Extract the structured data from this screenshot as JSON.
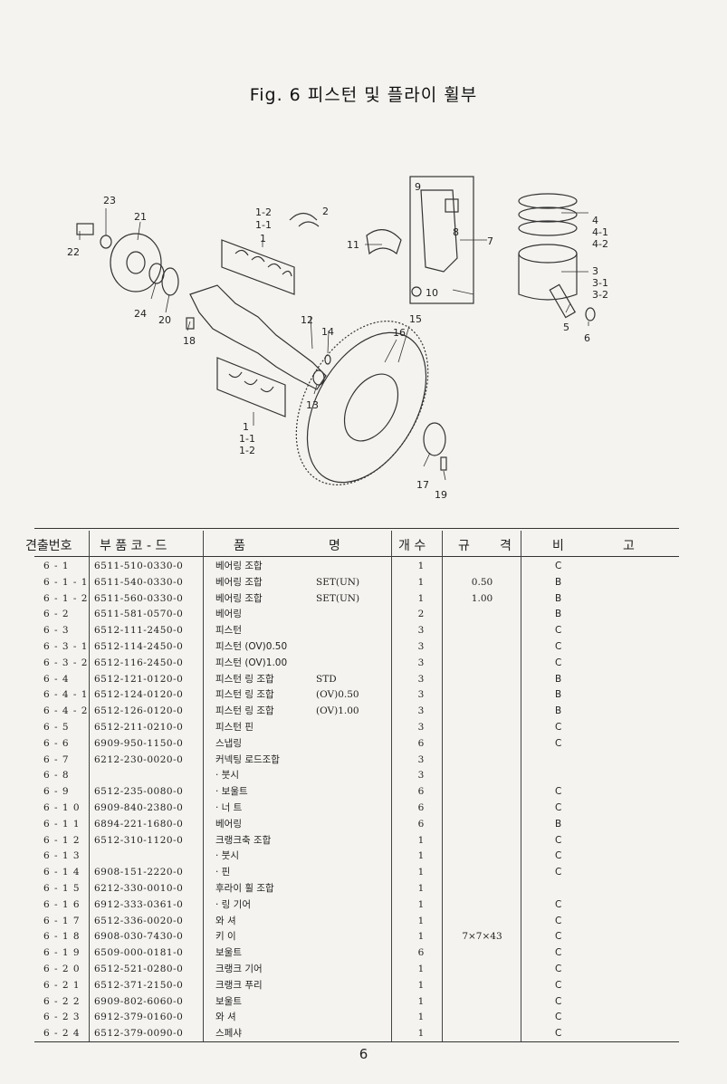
{
  "title": "Fig. 6  피스턴 및 플라이 휠부",
  "diagram_callouts": [
    "23",
    "21",
    "22",
    "24",
    "20",
    "18",
    "1-2",
    "1-1",
    "1",
    "2",
    "11",
    "9",
    "8",
    "7",
    "10",
    "4",
    "4-1",
    "4-2",
    "3",
    "3-1",
    "3-2",
    "5",
    "6",
    "12",
    "14",
    "13",
    "15",
    "16",
    "1",
    "1-1",
    "1-2",
    "17",
    "19"
  ],
  "table": {
    "headers": [
      "견출번호",
      "부 품 코 - 드",
      "품",
      "명",
      "개 수",
      "규",
      "격",
      "비",
      "고"
    ],
    "rows": [
      {
        "no": "6 -  1",
        "code": "6511-510-0330-0",
        "name": "베어링 조합",
        "set": "",
        "qty": "1",
        "spec": "",
        "note": "C"
      },
      {
        "no": "6 - 1 - 1",
        "code": "6511-540-0330-0",
        "name": "베어링 조합",
        "set": "SET(UN)",
        "qty": "1",
        "spec": "0.50",
        "note": "B"
      },
      {
        "no": "6 - 1 - 2",
        "code": "6511-560-0330-0",
        "name": "베어링 조합",
        "set": "SET(UN)",
        "qty": "1",
        "spec": "1.00",
        "note": "B"
      },
      {
        "no": "6 -  2",
        "code": "6511-581-0570-0",
        "name": "베어링",
        "set": "",
        "qty": "2",
        "spec": "",
        "note": "B"
      },
      {
        "no": "6 -  3",
        "code": "6512-111-2450-0",
        "name": "피스턴",
        "set": "",
        "qty": "3",
        "spec": "",
        "note": "C"
      },
      {
        "no": "6 - 3 - 1",
        "code": "6512-114-2450-0",
        "name": "피스턴 (OV)0.50",
        "set": "",
        "qty": "3",
        "spec": "",
        "note": "C"
      },
      {
        "no": "6 - 3 - 2",
        "code": "6512-116-2450-0",
        "name": "피스턴 (OV)1.00",
        "set": "",
        "qty": "3",
        "spec": "",
        "note": "C"
      },
      {
        "no": "6 -  4",
        "code": "6512-121-0120-0",
        "name": "피스턴 링 조합",
        "set": "STD",
        "qty": "3",
        "spec": "",
        "note": "B"
      },
      {
        "no": "6 - 4 - 1",
        "code": "6512-124-0120-0",
        "name": "피스턴 링 조합",
        "set": "(OV)0.50",
        "qty": "3",
        "spec": "",
        "note": "B"
      },
      {
        "no": "6 - 4 - 2",
        "code": "6512-126-0120-0",
        "name": "피스턴 링 조합",
        "set": "(OV)1.00",
        "qty": "3",
        "spec": "",
        "note": "B"
      },
      {
        "no": "6 -  5",
        "code": "6512-211-0210-0",
        "name": "피스턴 핀",
        "set": "",
        "qty": "3",
        "spec": "",
        "note": "C"
      },
      {
        "no": "6 -  6",
        "code": "6909-950-1150-0",
        "name": "스냅링",
        "set": "",
        "qty": "6",
        "spec": "",
        "note": "C"
      },
      {
        "no": "6 -  7",
        "code": "6212-230-0020-0",
        "name": "커넥팅 로드조합",
        "set": "",
        "qty": "3",
        "spec": "",
        "note": ""
      },
      {
        "no": "6 -  8",
        "code": "",
        "name": "· 붓시",
        "set": "",
        "qty": "3",
        "spec": "",
        "note": ""
      },
      {
        "no": "6 -  9",
        "code": "6512-235-0080-0",
        "name": "· 보울트",
        "set": "",
        "qty": "6",
        "spec": "",
        "note": "C"
      },
      {
        "no": "6 - 1 0",
        "code": "6909-840-2380-0",
        "name": "· 너  트",
        "set": "",
        "qty": "6",
        "spec": "",
        "note": "C"
      },
      {
        "no": "6 - 1 1",
        "code": "6894-221-1680-0",
        "name": "베어링",
        "set": "",
        "qty": "6",
        "spec": "",
        "note": "B"
      },
      {
        "no": "6 - 1 2",
        "code": "6512-310-1120-0",
        "name": "크랭크축 조합",
        "set": "",
        "qty": "1",
        "spec": "",
        "note": "C"
      },
      {
        "no": "6 - 1 3",
        "code": "",
        "name": "· 붓시",
        "set": "",
        "qty": "1",
        "spec": "",
        "note": "C"
      },
      {
        "no": "6 - 1 4",
        "code": "6908-151-2220-0",
        "name": "· 핀",
        "set": "",
        "qty": "1",
        "spec": "",
        "note": "C"
      },
      {
        "no": "6 - 1 5",
        "code": "6212-330-0010-0",
        "name": "후라이 휠 조합",
        "set": "",
        "qty": "1",
        "spec": "",
        "note": ""
      },
      {
        "no": "6 - 1 6",
        "code": "6912-333-0361-0",
        "name": "· 링 기어",
        "set": "",
        "qty": "1",
        "spec": "",
        "note": "C"
      },
      {
        "no": "6 - 1 7",
        "code": "6512-336-0020-0",
        "name": "와  셔",
        "set": "",
        "qty": "1",
        "spec": "",
        "note": "C"
      },
      {
        "no": "6 - 1 8",
        "code": "6908-030-7430-0",
        "name": "키  이",
        "set": "",
        "qty": "1",
        "spec": "7×7×43",
        "note": "C"
      },
      {
        "no": "6 - 1 9",
        "code": "6509-000-0181-0",
        "name": "보울트",
        "set": "",
        "qty": "6",
        "spec": "",
        "note": "C"
      },
      {
        "no": "6 - 2 0",
        "code": "6512-521-0280-0",
        "name": "크랭크 기어",
        "set": "",
        "qty": "1",
        "spec": "",
        "note": "C"
      },
      {
        "no": "6 - 2 1",
        "code": "6512-371-2150-0",
        "name": "크랭크 푸리",
        "set": "",
        "qty": "1",
        "spec": "",
        "note": "C"
      },
      {
        "no": "6 - 2 2",
        "code": "6909-802-6060-0",
        "name": "보울트",
        "set": "",
        "qty": "1",
        "spec": "",
        "note": "C"
      },
      {
        "no": "6 - 2 3",
        "code": "6912-379-0160-0",
        "name": "와  셔",
        "set": "",
        "qty": "1",
        "spec": "",
        "note": "C"
      },
      {
        "no": "6 - 2 4",
        "code": "6512-379-0090-0",
        "name": "스페샤",
        "set": "",
        "qty": "1",
        "spec": "",
        "note": "C"
      }
    ]
  },
  "page_number": "6"
}
